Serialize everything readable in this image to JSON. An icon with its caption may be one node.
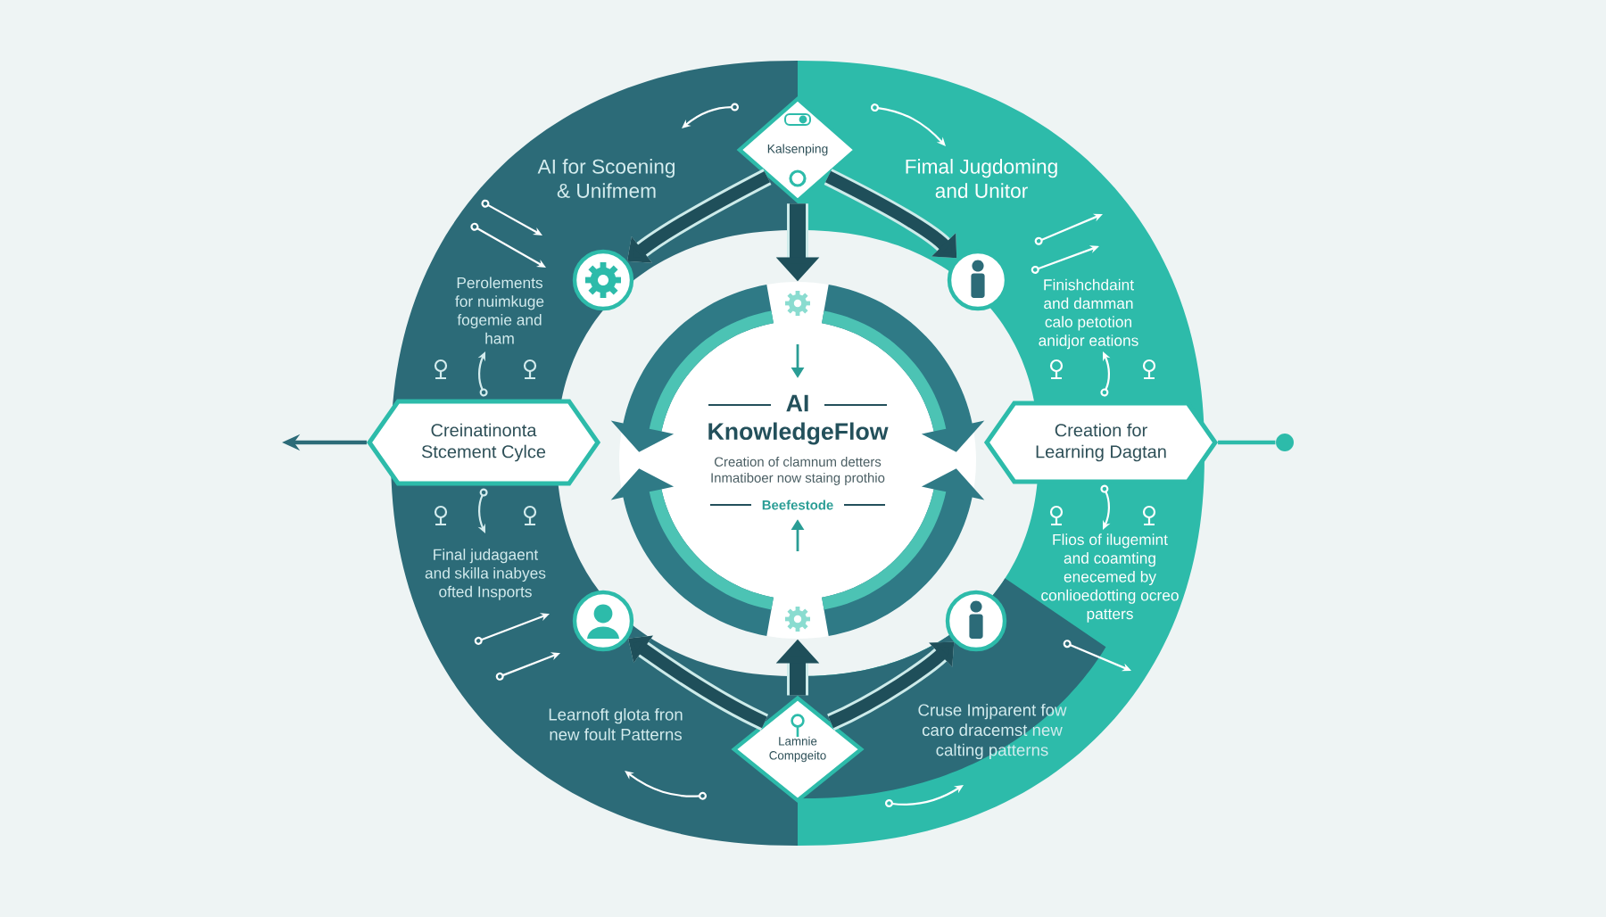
{
  "diagram": {
    "nodes": [
      {
        "text": [
          "Kalsenping"
        ]
      },
      {
        "text": [],
        "shape": "circle"
      },
      {
        "text": [],
        "shape": "circle"
      },
      {
        "text": [
          "Creinatinonta Stcement Cylce"
        ]
      },
      {
        "text": [
          "AI",
          "KnowledgeFlow",
          "Creation of clamnum detters Inmatiboer now staing prothio",
          "Beefestode"
        ]
      },
      {
        "text": [
          "Creation for Learning Dagtan"
        ]
      },
      {
        "text": [],
        "shape": "circle"
      },
      {
        "text": [],
        "shape": "circle"
      },
      {
        "text": [],
        "shape": "circle"
      },
      {
        "text": [
          "Lamnie Compgeito"
        ]
      }
    ],
    "edges": [
      {
        "from": 0,
        "to": 4,
        "arrow": "to"
      },
      {
        "from": 0,
        "to": 1,
        "arrow": "to"
      },
      {
        "from": 0,
        "to": 2,
        "arrow": "to"
      },
      {
        "from": 3,
        "to": null,
        "arrow": "to",
        "color": "#2c6b78"
      },
      {
        "from": 5,
        "to": 6,
        "arrow": "none",
        "color": "#2dbbaa"
      },
      {
        "from": 9,
        "to": 7,
        "arrow": "to"
      },
      {
        "from": 9,
        "to": 8,
        "arrow": "to"
      },
      {
        "from": 9,
        "to": 4,
        "arrow": "to"
      }
    ],
    "labels": [
      "AI for Scoening & Unifmem",
      "Fimal Jugdoming and Unitor",
      "Perolements for nuimkuge fogemie and ham",
      "Finishchdaint and damman calo petotion anidjor eations",
      "Final judagaent and skilla inabyes ofted Insports",
      "Flios of ilugemint and coamting enecemed by conlioedotting ocreo patters",
      "Learnoft glota fron new foult Patterns",
      "Cruse Imjparent fow caro dracemst new calting patterns"
    ]
  }
}
